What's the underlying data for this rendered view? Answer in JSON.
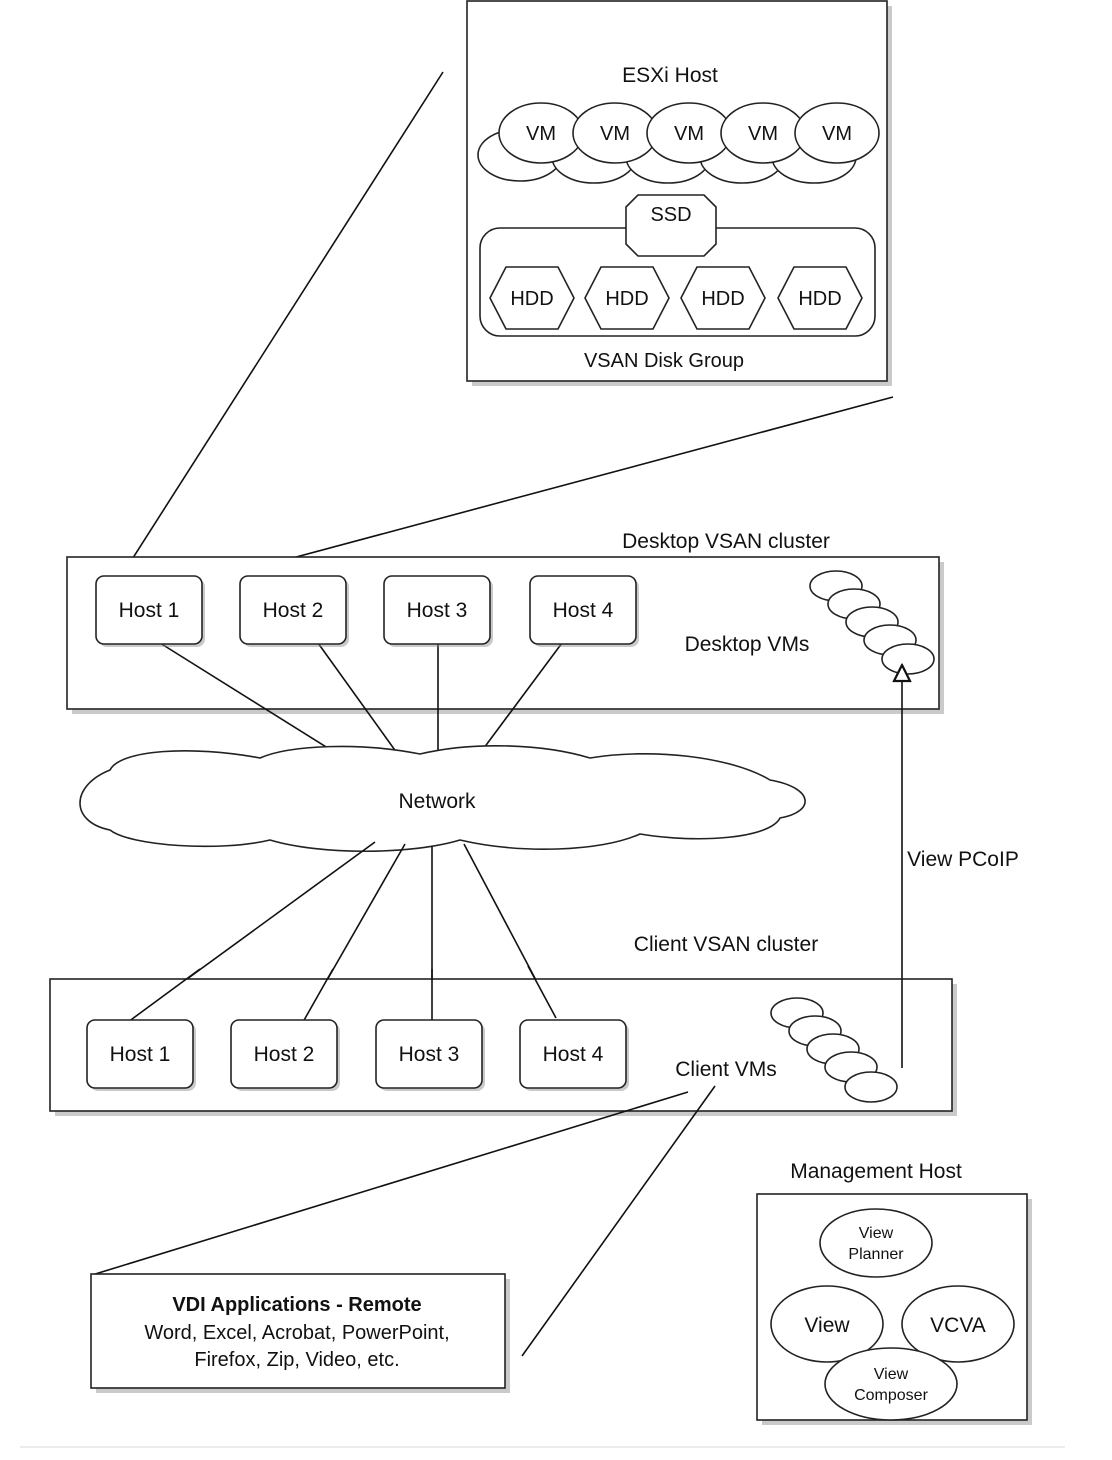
{
  "esxi_host": {
    "title": "ESXi Host",
    "vm_labels": [
      "VM",
      "VM",
      "VM",
      "VM",
      "VM"
    ],
    "ssd_label": "SSD",
    "hdd_labels": [
      "HDD",
      "HDD",
      "HDD",
      "HDD"
    ],
    "disk_group_label": "VSAN Disk Group"
  },
  "desktop_cluster": {
    "title": "Desktop VSAN cluster",
    "hosts": [
      "Host 1",
      "Host 2",
      "Host 3",
      "Host 4"
    ],
    "vms_label": "Desktop VMs"
  },
  "network": {
    "label": "Network"
  },
  "protocol": {
    "label": "View PCoIP"
  },
  "client_cluster": {
    "title": "Client VSAN cluster",
    "hosts": [
      "Host 1",
      "Host 2",
      "Host 3",
      "Host 4"
    ],
    "vms_label": "Client VMs"
  },
  "vdi_apps": {
    "title": "VDI Applications -  Remote",
    "line1": "Word, Excel, Acrobat, PowerPoint,",
    "line2": "Firefox, Zip, Video, etc."
  },
  "management_host": {
    "title": "Management Host",
    "view_planner": [
      "View",
      "Planner"
    ],
    "view": "View",
    "vcva": "VCVA",
    "view_composer": [
      "View",
      "Composer"
    ]
  }
}
